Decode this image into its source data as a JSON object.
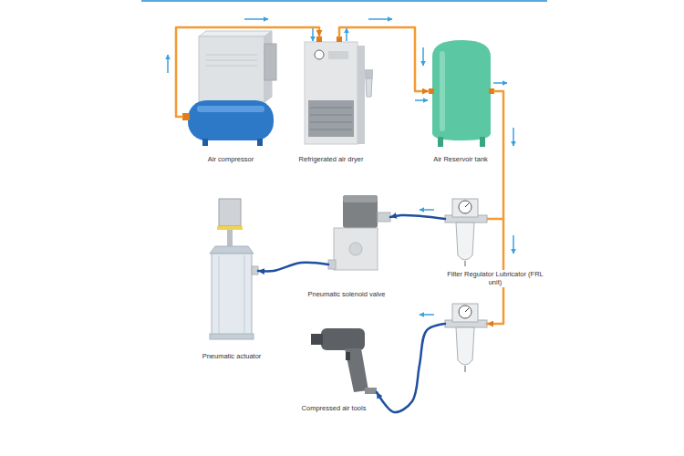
{
  "diagram": {
    "nodes": [
      {
        "text": [
          "Air compressor"
        ]
      },
      {
        "text": [
          "Refrigerated air dryer"
        ]
      },
      {
        "text": [
          "Air Reservoir tank"
        ]
      },
      {
        "text": [
          "Filter Regulator Lubricator (FRL unit)"
        ]
      },
      {
        "text": [
          "Pneumatic solenoid valve"
        ]
      },
      {
        "text": [
          "Pneumatic actuator"
        ]
      },
      {
        "text": [
          "Compressed air tools"
        ]
      }
    ],
    "edges": [
      {
        "from": 0,
        "to": 1,
        "arrow": "to"
      },
      {
        "from": 1,
        "to": 2,
        "arrow": "to"
      },
      {
        "from": 2,
        "to": 3,
        "arrow": "to"
      },
      {
        "from": 3,
        "to": 4,
        "arrow": "to"
      },
      {
        "from": 4,
        "to": 5,
        "arrow": "to"
      },
      {
        "from": 3,
        "to": 6,
        "arrow": "to"
      }
    ]
  }
}
